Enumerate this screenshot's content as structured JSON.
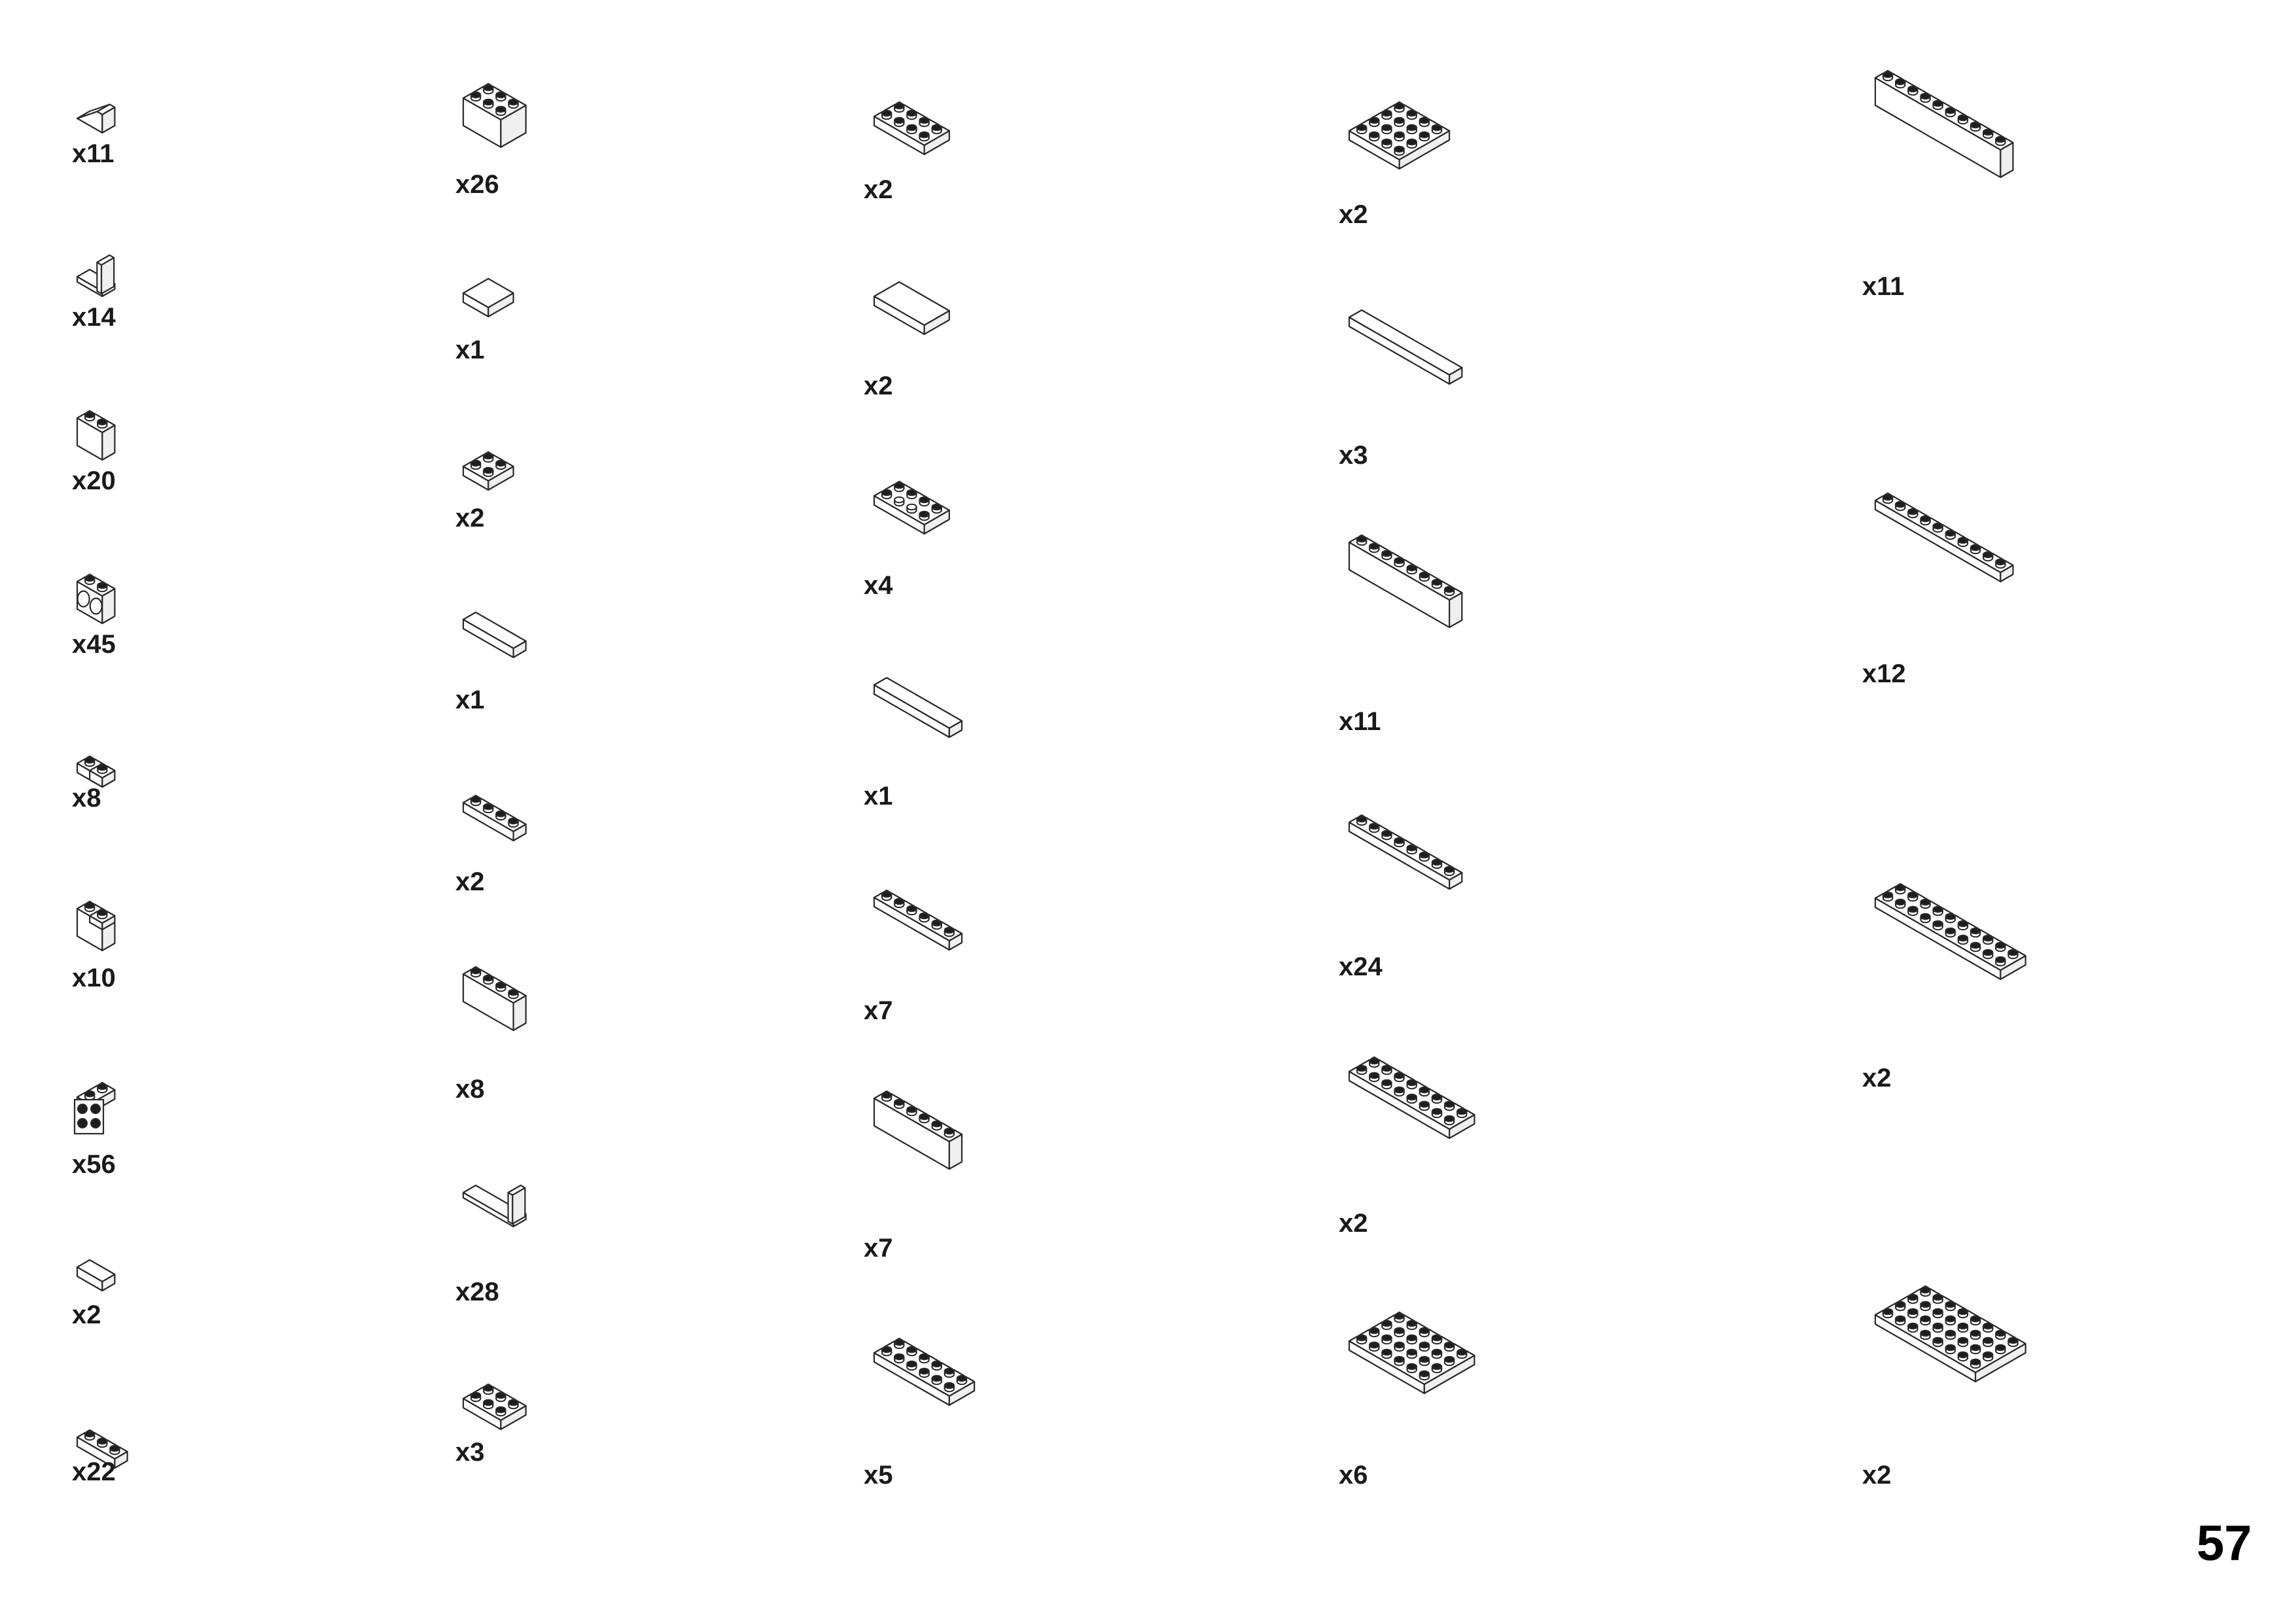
{
  "page": {
    "number": "57",
    "colors": {
      "outline": "#2a2a2a",
      "fill": "#ffffff",
      "shade": "#efefef",
      "stud_top": "#1e1e1e",
      "text": "#1a1a1a"
    }
  },
  "parts": [
    {
      "id": "p01",
      "shape": "slope",
      "quantity": "x11"
    },
    {
      "id": "p02",
      "shape": "panel",
      "quantity": "x14"
    },
    {
      "id": "p03",
      "shape": "brick",
      "cols": 2,
      "rows": 1,
      "quantity": "x20"
    },
    {
      "id": "p04",
      "shape": "technic-brick",
      "quantity": "x45"
    },
    {
      "id": "p05",
      "shape": "corner-plate",
      "quantity": "x8"
    },
    {
      "id": "p06",
      "shape": "corner-brick",
      "quantity": "x10"
    },
    {
      "id": "p07",
      "shape": "bracket",
      "quantity": "x56"
    },
    {
      "id": "p08",
      "shape": "tile",
      "cols": 2,
      "rows": 1,
      "quantity": "x2"
    },
    {
      "id": "p09",
      "shape": "plate",
      "cols": 3,
      "rows": 1,
      "quantity": "x22"
    },
    {
      "id": "p10",
      "shape": "brick",
      "cols": 3,
      "rows": 2,
      "quantity": "x26"
    },
    {
      "id": "p11",
      "shape": "tile",
      "cols": 2,
      "rows": 2,
      "quantity": "x1"
    },
    {
      "id": "p12",
      "shape": "plate",
      "cols": 2,
      "rows": 2,
      "quantity": "x2"
    },
    {
      "id": "p13",
      "shape": "tile",
      "cols": 4,
      "rows": 1,
      "quantity": "x1"
    },
    {
      "id": "p14",
      "shape": "plate",
      "cols": 4,
      "rows": 1,
      "quantity": "x2"
    },
    {
      "id": "p15",
      "shape": "brick",
      "cols": 4,
      "rows": 1,
      "quantity": "x8"
    },
    {
      "id": "p16",
      "shape": "panel-long",
      "quantity": "x28"
    },
    {
      "id": "p17",
      "shape": "plate",
      "cols": 3,
      "rows": 2,
      "quantity": "x3"
    },
    {
      "id": "p18",
      "shape": "plate",
      "cols": 4,
      "rows": 2,
      "quantity": "x2"
    },
    {
      "id": "p19",
      "shape": "tile",
      "cols": 4,
      "rows": 2,
      "quantity": "x2"
    },
    {
      "id": "p20",
      "shape": "jumper-plate",
      "cols": 4,
      "rows": 2,
      "quantity": "x4"
    },
    {
      "id": "p21",
      "shape": "tile",
      "cols": 6,
      "rows": 1,
      "quantity": "x1"
    },
    {
      "id": "p22",
      "shape": "plate",
      "cols": 6,
      "rows": 1,
      "quantity": "x7"
    },
    {
      "id": "p23",
      "shape": "brick",
      "cols": 6,
      "rows": 1,
      "quantity": "x7"
    },
    {
      "id": "p24",
      "shape": "plate",
      "cols": 6,
      "rows": 2,
      "quantity": "x5"
    },
    {
      "id": "p25",
      "shape": "plate",
      "cols": 4,
      "rows": 4,
      "quantity": "x2"
    },
    {
      "id": "p26",
      "shape": "tile",
      "cols": 8,
      "rows": 1,
      "quantity": "x3"
    },
    {
      "id": "p27",
      "shape": "brick",
      "cols": 8,
      "rows": 1,
      "quantity": "x11"
    },
    {
      "id": "p28",
      "shape": "plate",
      "cols": 8,
      "rows": 1,
      "quantity": "x24"
    },
    {
      "id": "p29",
      "shape": "plate",
      "cols": 8,
      "rows": 2,
      "quantity": "x2"
    },
    {
      "id": "p30",
      "shape": "plate",
      "cols": 6,
      "rows": 4,
      "quantity": "x6"
    },
    {
      "id": "p31",
      "shape": "brick",
      "cols": 10,
      "rows": 1,
      "quantity": "x11"
    },
    {
      "id": "p32",
      "shape": "plate",
      "cols": 10,
      "rows": 1,
      "quantity": "x12"
    },
    {
      "id": "p33",
      "shape": "plate",
      "cols": 10,
      "rows": 2,
      "quantity": "x2"
    },
    {
      "id": "p34",
      "shape": "plate",
      "cols": 8,
      "rows": 4,
      "quantity": "x2"
    }
  ]
}
